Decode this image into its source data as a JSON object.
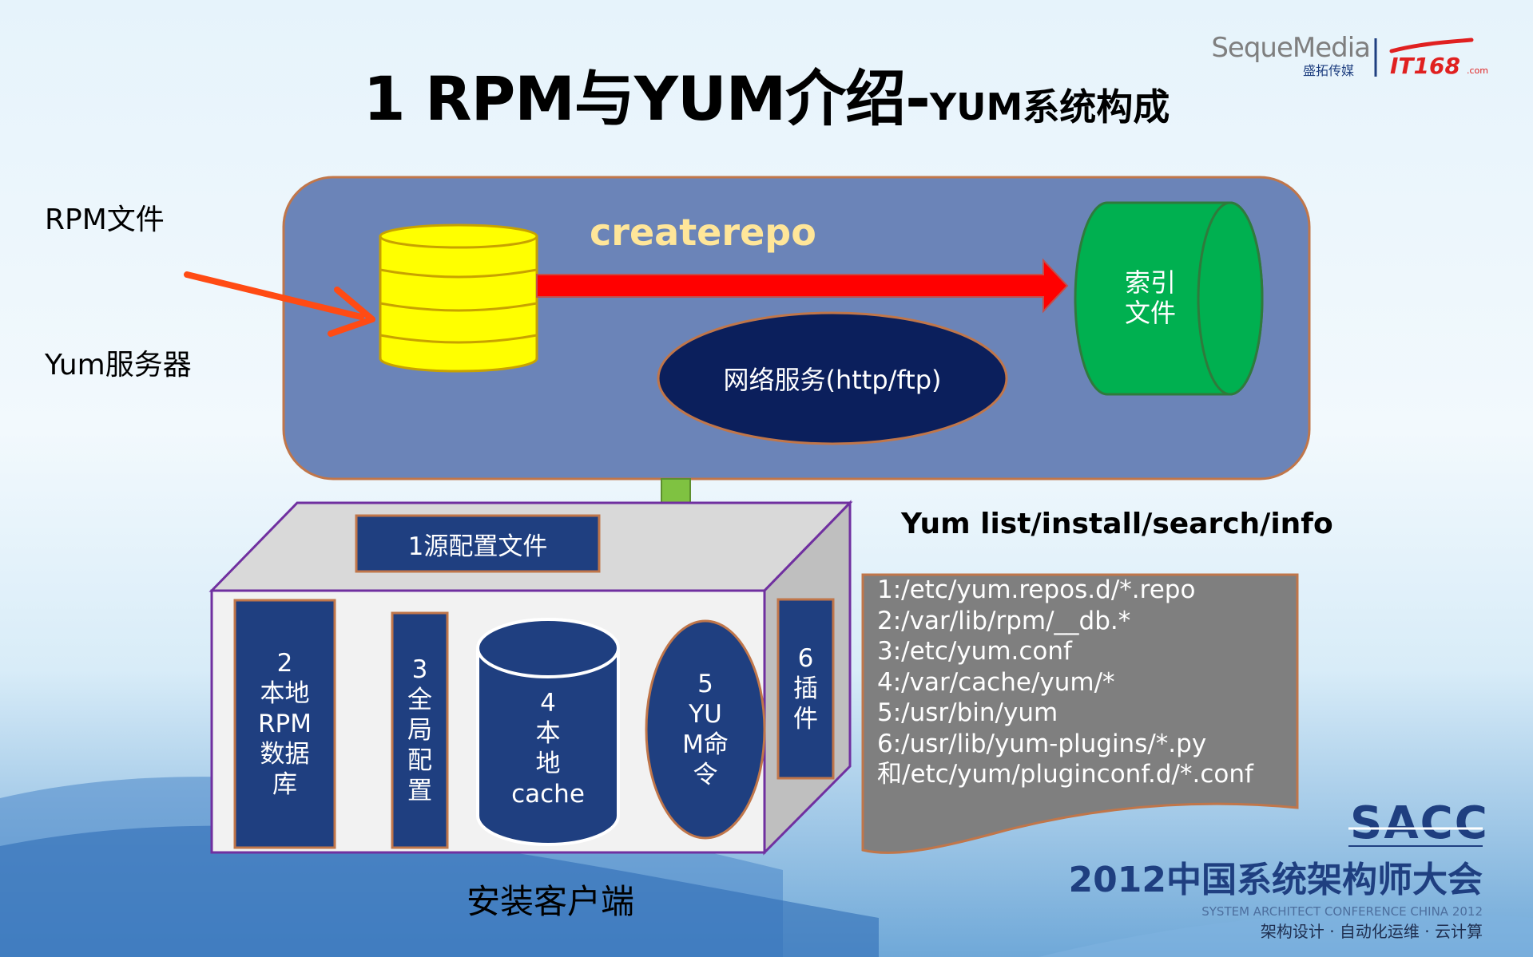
{
  "slide": {
    "title_main": "1 RPM与YUM介绍-",
    "title_sub": "YUM系统构成"
  },
  "logos": {
    "seque_media": "SequeMedia",
    "seque_media_cn": "盛拓传媒",
    "it168": "IT168",
    "it168_suffix": ".com"
  },
  "left_labels": {
    "rpm_files": "RPM文件",
    "yum_server": "Yum服务器"
  },
  "server": {
    "createrepo": "createrepo",
    "index_line1": "索引",
    "index_line2": "文件",
    "network_service": "网络服务(http/ftp)"
  },
  "client": {
    "source_config": "1源配置文件",
    "local_rpm_db": [
      "2",
      "本地",
      "RPM",
      "数据",
      "库"
    ],
    "global_config": [
      "3",
      "全",
      "局",
      "配",
      "置"
    ],
    "local_cache": [
      "4",
      "本",
      "地",
      "cache"
    ],
    "yum_command": [
      "5",
      "YU",
      "M命",
      "令"
    ],
    "plugins": [
      "6",
      "插",
      "件"
    ],
    "caption": "安装客户端"
  },
  "yum_commands": "Yum list/install/search/info",
  "paths": [
    "1:/etc/yum.repos.d/*.repo",
    "2:/var/lib/rpm/__db.*",
    "3:/etc/yum.conf",
    "4:/var/cache/yum/*",
    "5:/usr/bin/yum",
    "6:/usr/lib/yum-plugins/*.py",
    "和/etc/yum/pluginconf.d/*.conf"
  ],
  "conference": {
    "sacc": "SACC",
    "name": "2012中国系统架构师大会",
    "english": "SYSTEM ARCHITECT CONFERENCE CHINA 2012",
    "tagline": "架构设计 · 自动化运维 · 云计算"
  },
  "colors": {
    "server_box": "#6b84b8",
    "server_border": "#c0764a",
    "dark_navy": "#1f3f80",
    "ellipse_navy": "#0b1f5c",
    "cylinder_yellow": "#ffff00",
    "index_green": "#00b050",
    "red_arrow": "#ff0000",
    "orange_arrow": "#ff4b14",
    "green_arrow": "#7fc241",
    "client_purple": "#7030a0",
    "paths_gray": "#7f7f7f",
    "createrepo_text": "#ffe699"
  }
}
